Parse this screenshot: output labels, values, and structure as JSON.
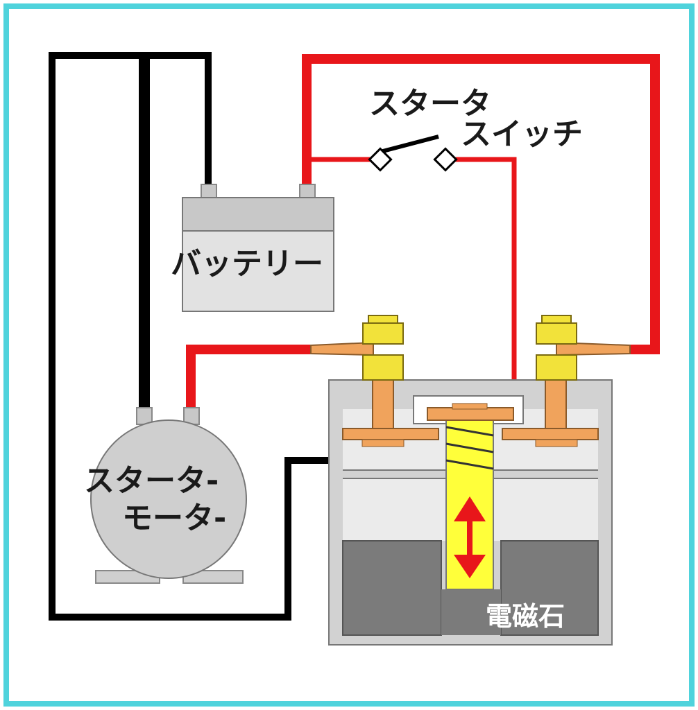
{
  "labels": {
    "starter_switch_line1": "スタータ",
    "starter_switch_line2": "スイッチ",
    "battery": "バッテリー",
    "starter_motor_line1": "スタータ-",
    "starter_motor_line2": "モータ-",
    "electromagnet": "電磁石"
  },
  "colors": {
    "frame": "#4fd3dc",
    "positive_wire": "#e8161a",
    "ground_wire": "#000000",
    "battery_body": "#e2e2e2",
    "battery_top": "#c8c8c8",
    "housing": "#d2d2d2",
    "coil_block": "#7b7b7b",
    "plunger": "#ffff3a",
    "copper": "#f0a35c",
    "bolt": "#f2e23a",
    "arrow": "#e8161a",
    "motor_body": "#cfcfcf"
  }
}
